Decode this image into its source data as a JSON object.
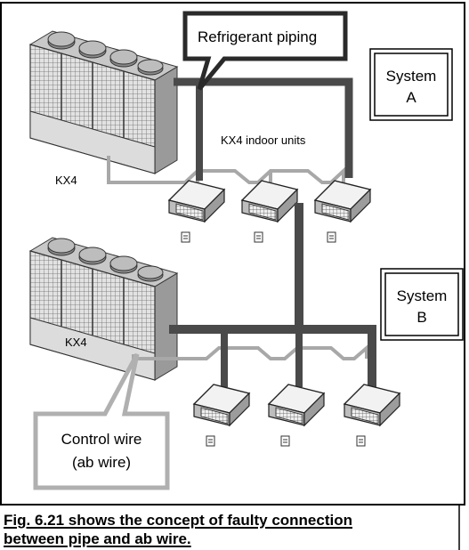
{
  "figure": {
    "callout_pipe": "Refrigerant piping",
    "callout_wire_line1": "Control wire",
    "callout_wire_line2": "(ab wire)",
    "system_a_line1": "System",
    "system_a_line2": "A",
    "system_b_line1": "System",
    "system_b_line2": "B",
    "outdoor_unit_label_top": "KX4",
    "outdoor_unit_label_bottom": "KX4",
    "indoor_units_label": "KX4 indoor units"
  },
  "caption": {
    "line1": "Fig. 6.21 shows the concept of faulty connection",
    "line2": "between pipe and ab wire."
  },
  "colors": {
    "pipe": "#4a4a4a",
    "wire": "#a8a8a8",
    "unit_body": "#d6d6d6",
    "text": "#000000"
  }
}
